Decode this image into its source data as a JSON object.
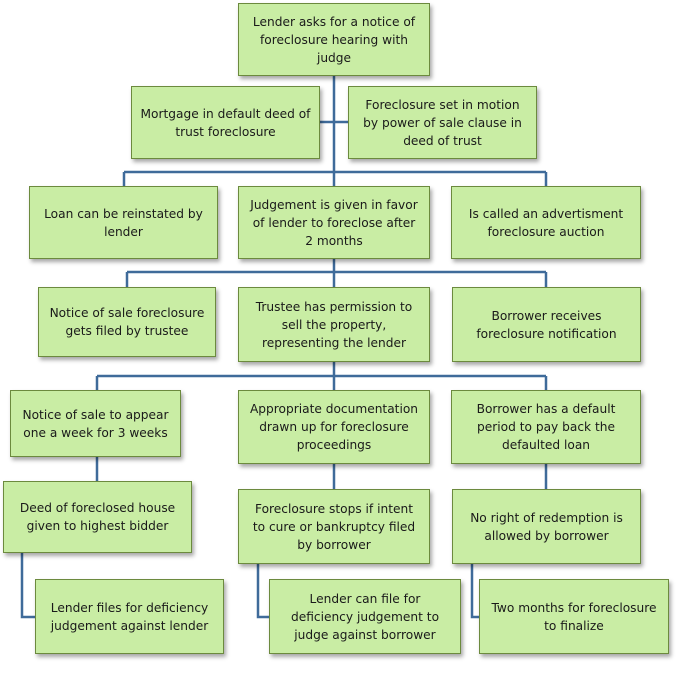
{
  "colors": {
    "box_fill": "#c9eda4",
    "box_border": "#6c8a3e",
    "connector": "#3f6b9a"
  },
  "nodes": {
    "root": "Lender asks for a notice of\nforeclosure hearing with\njudge",
    "mortgage_default": "Mortgage in default deed of\ntrust foreclosure",
    "power_of_sale": "Foreclosure set in motion\nby power of sale clause in\ndeed of trust",
    "loan_reinstated": "Loan can be reinstated by\nlender",
    "judgement_favor": "Judgement is given in favor\nof lender to foreclose after\n2 months",
    "advertisment_auction": "Is called an advertisment\nforeclosure  auction",
    "notice_filed": "Notice of sale foreclosure\ngets filed by trustee",
    "trustee_permission": "Trustee has permission to\nsell the property,\nrepresenting the lender",
    "borrower_notification": "Borrower receives\nforeclosure notification",
    "notice_appear": "Notice of sale to appear\none a week for 3 weeks",
    "documentation": "Appropriate documentation\ndrawn up for foreclosure\nproceedings",
    "default_period": "Borrower has a default\nperiod to pay back the\ndefaulted loan",
    "deed_bidder": "Deed of foreclosed house\ngiven to highest bidder",
    "foreclosure_stops": "Foreclosure stops if intent\nto cure or bankruptcy filed\nby borrower",
    "no_redemption": "No right of redemption  is\nallowed by borrower",
    "deficiency_lender": "Lender files for deficiency\njudgement against lender",
    "deficiency_borrower": "Lender can file for\ndeficiency judgement to\njudge against borrower",
    "two_months": "Two months for foreclosure\nto finalize"
  }
}
